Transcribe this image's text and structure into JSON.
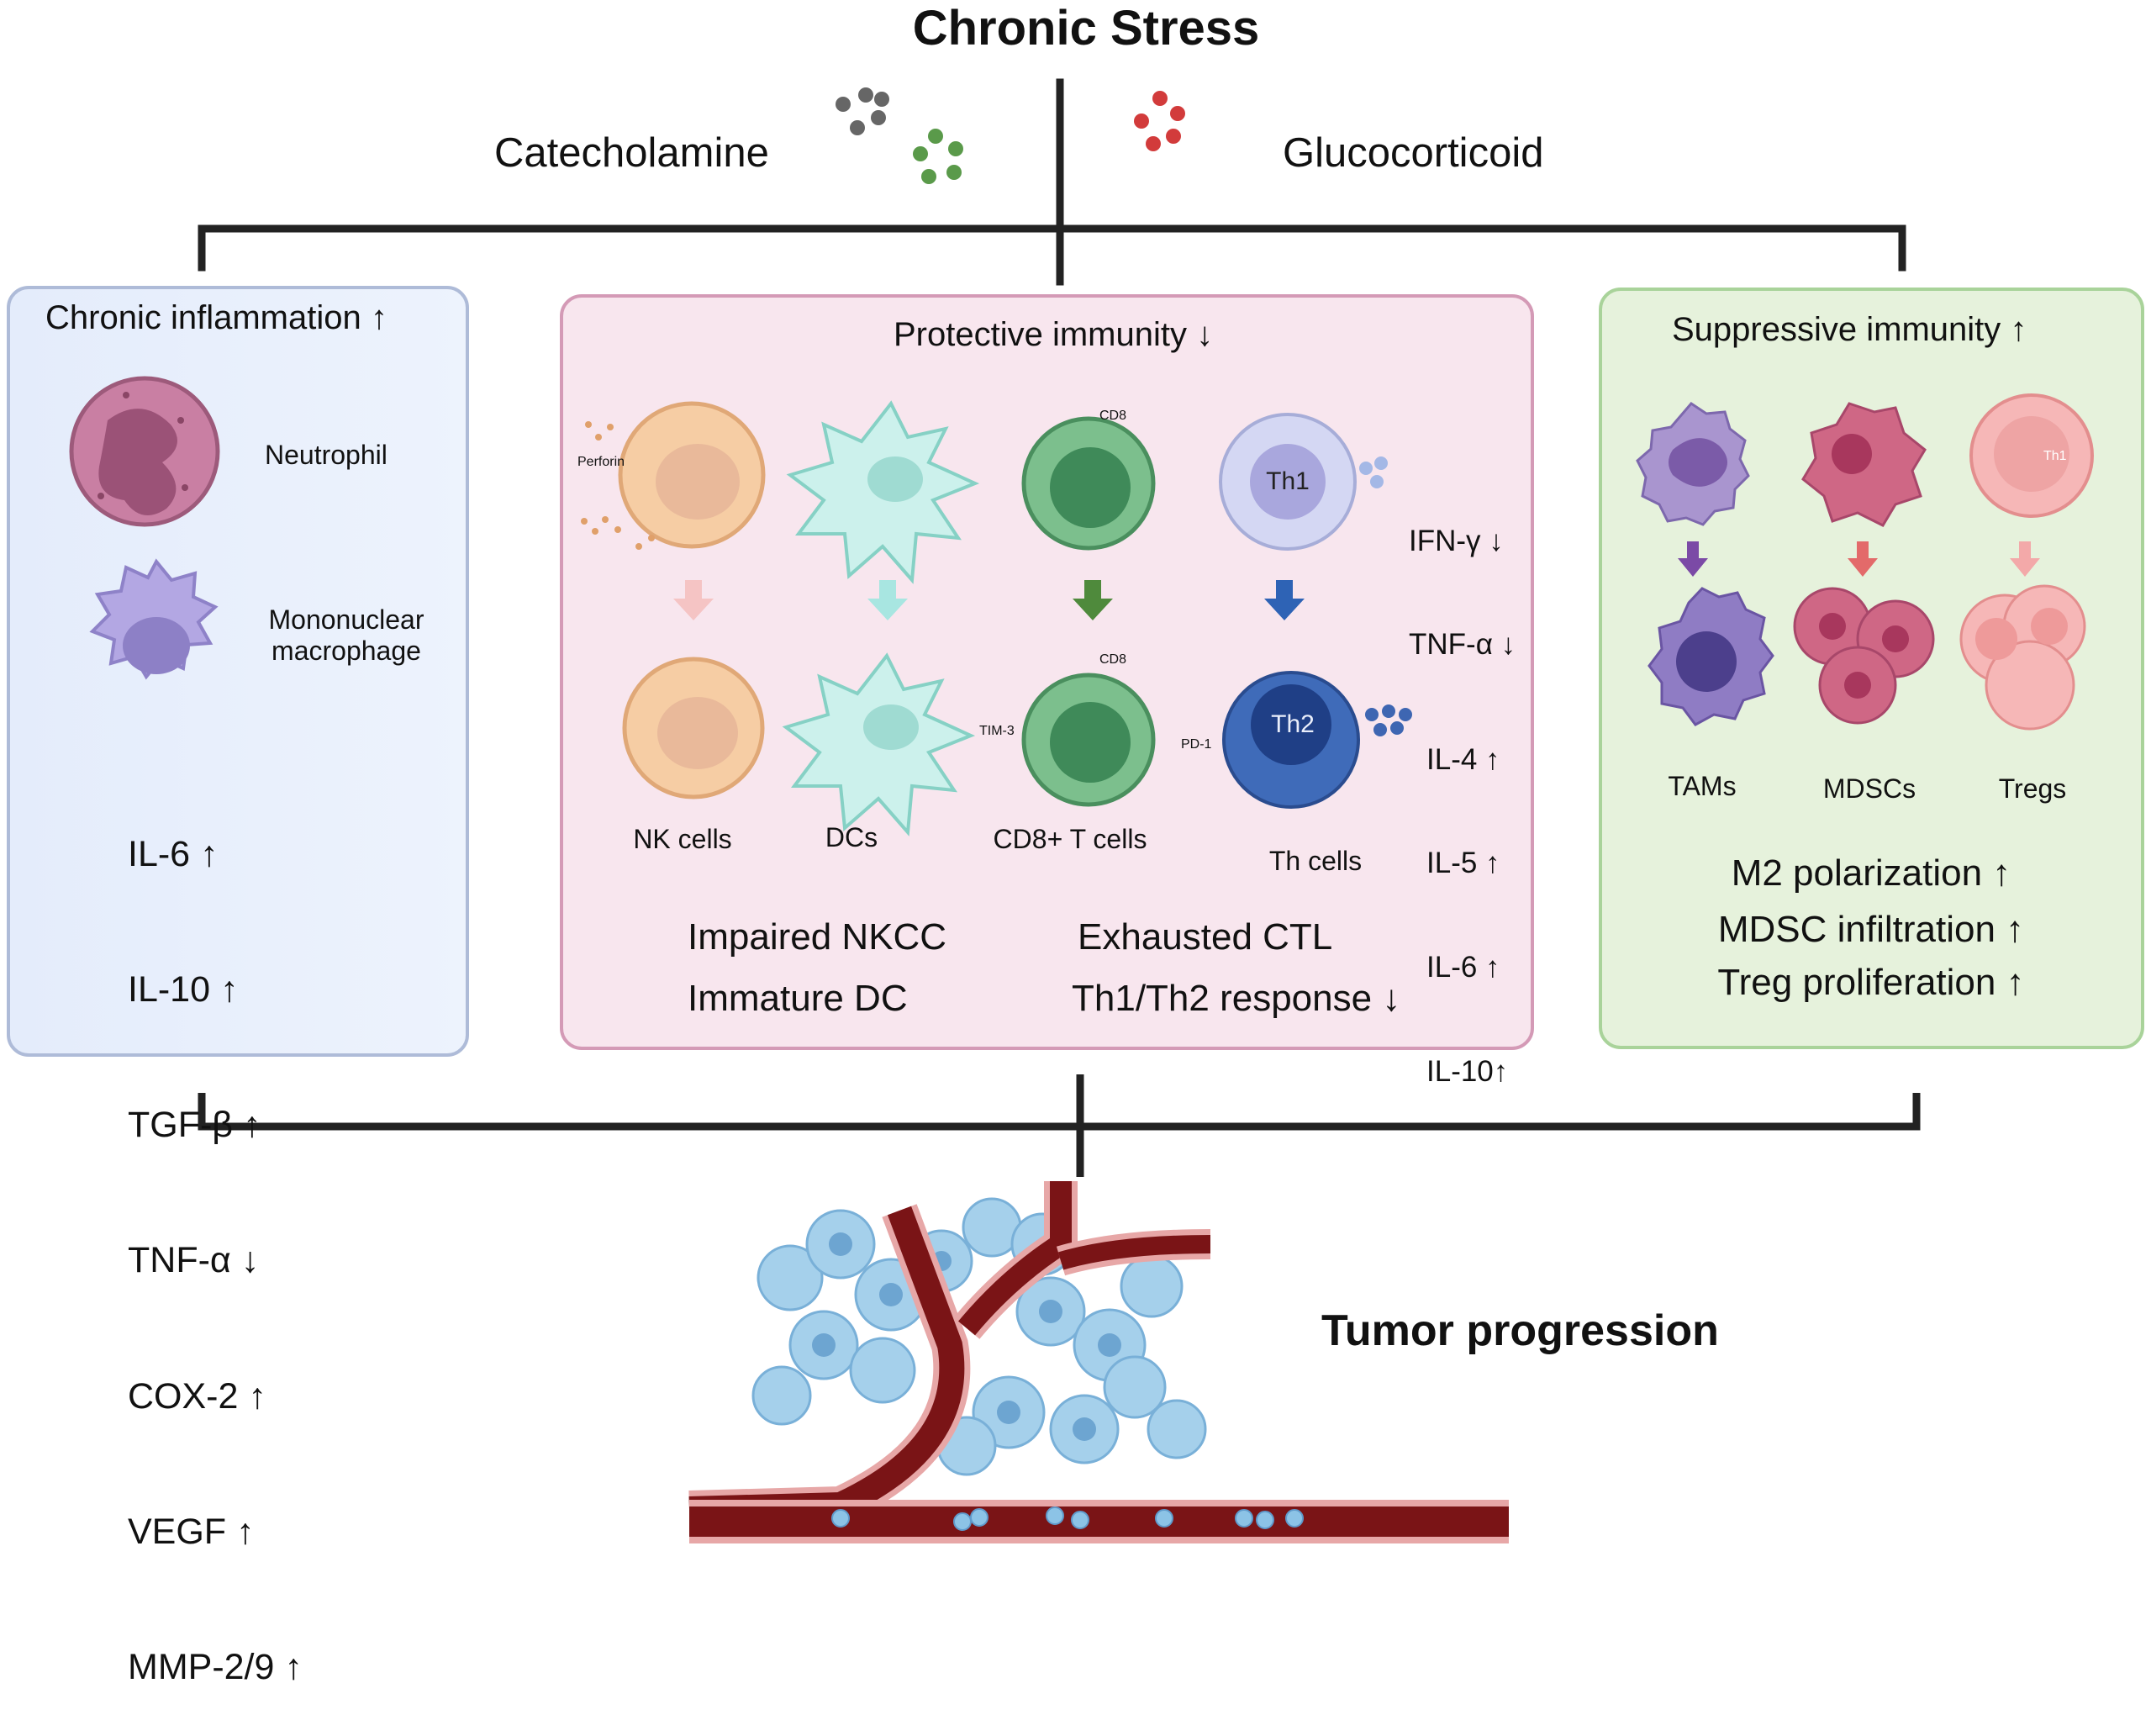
{
  "title": "Chronic Stress",
  "hormones": {
    "left": "Catecholamine",
    "right": "Glucocorticoid"
  },
  "panels": {
    "left": {
      "header": "Chronic inflammation ↑",
      "cells": {
        "neutrophil": "Neutrophil",
        "macrophage": "Mononuclear\nmacrophage"
      },
      "cytokines": [
        "IL-6 ↑",
        "IL-10 ↑",
        "TGF-β ↑",
        "TNF-α ↓",
        "COX-2 ↑",
        "VEGF ↑",
        "MMP-2/9 ↑"
      ]
    },
    "middle": {
      "header": "Protective immunity ↓",
      "small_labels": {
        "perforin": "Perforin",
        "cd8_top": "CD8",
        "cd8_bottom": "CD8",
        "tim3": "TIM-3",
        "pd1": "PD-1",
        "th1": "Th1",
        "th2": "Th2"
      },
      "th1_cytokines": [
        "IFN-γ ↓",
        "TNF-α ↓"
      ],
      "th2_cytokines": [
        "IL-4 ↑",
        "IL-5 ↑",
        "IL-6 ↑",
        "IL-10↑"
      ],
      "cell_labels": [
        "NK cells",
        "DCs",
        "CD8+ T cells",
        "Th cells"
      ],
      "outcomes": [
        "Impaired NKCC",
        "Immature DC",
        "Exhausted CTL",
        "Th1/Th2 response ↓"
      ]
    },
    "right": {
      "header": "Suppressive  immunity ↑",
      "treg_mark": "Th1",
      "cell_labels": [
        "TAMs",
        "MDSCs",
        "Tregs"
      ],
      "outcomes": [
        "M2 polarization ↑",
        "MDSC infiltration ↑",
        "Treg proliferation ↑"
      ]
    }
  },
  "outcome": "Tumor progression",
  "colors": {
    "left_panel": "#e7effc",
    "left_border": "#aebbd8",
    "mid_panel": "#f8e6ee",
    "mid_border": "#d49ab6",
    "right_panel": "#e6f2dc",
    "right_border": "#a9d39a",
    "vessel": "#7a1416",
    "tumor": "#8cc3e6"
  }
}
